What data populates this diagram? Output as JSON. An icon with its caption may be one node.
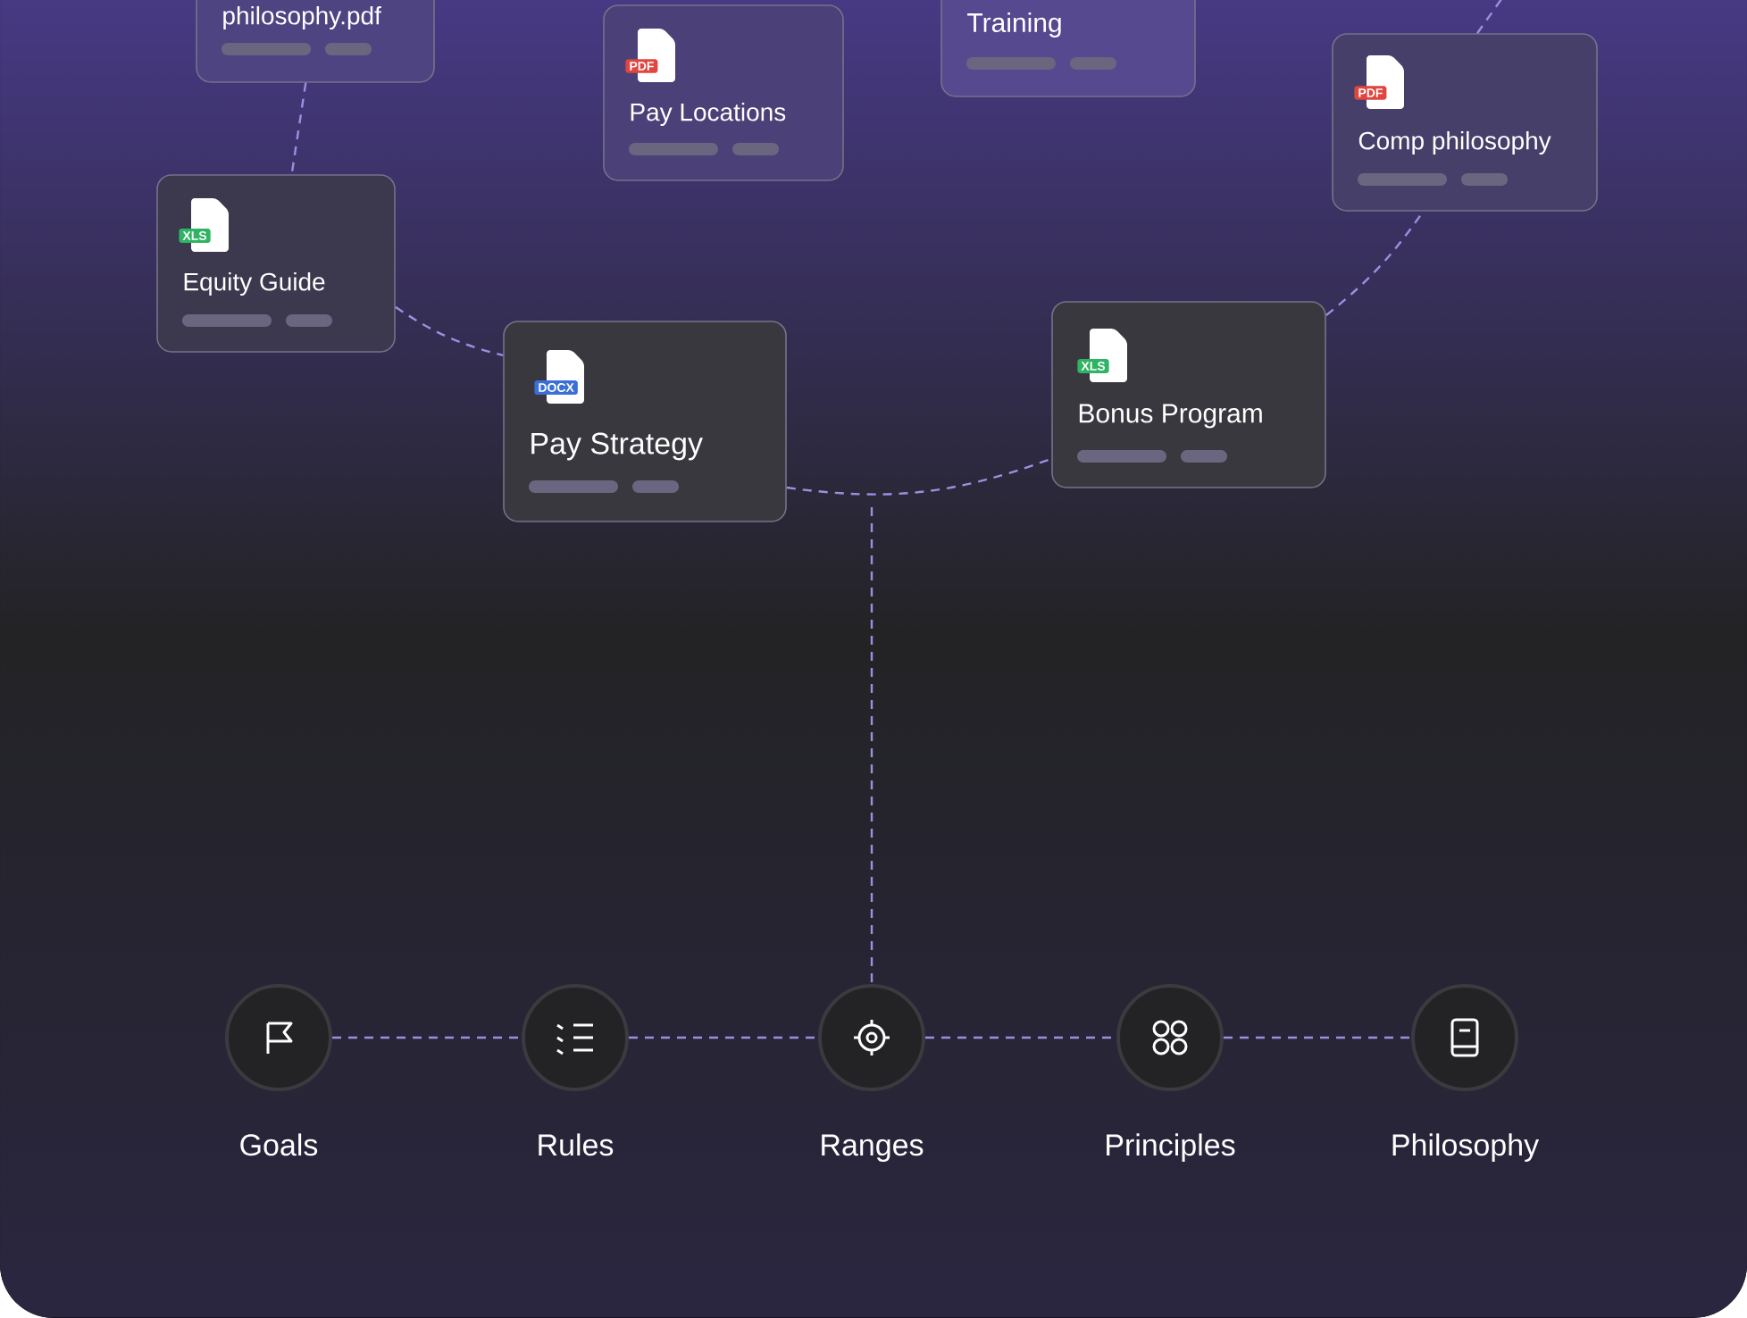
{
  "diagram": {
    "nodes": [
      {
        "text": [
          "philosophy.pdf"
        ]
      },
      {
        "text": [
          "PDF",
          "Pay Locations"
        ]
      },
      {
        "text": [
          "Training"
        ]
      },
      {
        "text": [
          "PDF",
          "Comp philosophy"
        ]
      },
      {
        "text": [
          "XLS",
          "Equity Guide"
        ]
      },
      {
        "text": [
          "DOCX",
          "Pay Strategy"
        ]
      },
      {
        "text": [
          "XLS",
          "Bonus Program"
        ]
      },
      {
        "text": [
          "Goals"
        ]
      },
      {
        "text": [
          "Rules"
        ]
      },
      {
        "text": [
          "Ranges"
        ]
      },
      {
        "text": [
          "Principles"
        ]
      },
      {
        "text": [
          "Philosophy"
        ]
      }
    ],
    "edges": [
      {
        "from": 0,
        "to": 4,
        "arrow": "none",
        "style": "dashed"
      },
      {
        "from": 4,
        "to": 5,
        "arrow": "none",
        "style": "dashed"
      },
      {
        "from": 5,
        "to": 6,
        "arrow": "none",
        "style": "dashed"
      },
      {
        "from": 6,
        "to": 3,
        "arrow": "none",
        "style": "dashed"
      },
      {
        "from": 3,
        "to": null,
        "arrow": "none",
        "style": "dashed"
      },
      {
        "from": null,
        "to": 9,
        "arrow": "none",
        "style": "dashed"
      },
      {
        "from": 7,
        "to": 8,
        "arrow": "none",
        "style": "dashed"
      },
      {
        "from": 8,
        "to": 9,
        "arrow": "none",
        "style": "dashed"
      },
      {
        "from": 9,
        "to": 10,
        "arrow": "none",
        "style": "dashed"
      },
      {
        "from": 10,
        "to": 11,
        "arrow": "none",
        "style": "dashed"
      }
    ]
  }
}
